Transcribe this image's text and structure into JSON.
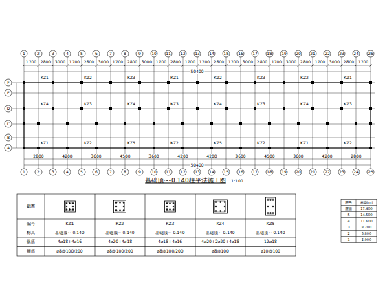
{
  "diagram": {
    "title": "基础顶~-0.140柱平法施工图",
    "labels": [
      "1",
      "2",
      "3",
      "4",
      "5",
      "6",
      "7",
      "8",
      "9",
      "10",
      "11",
      "12",
      "13",
      "14",
      "15",
      "16",
      "17",
      "18",
      "19",
      "20",
      "21",
      "22",
      "23",
      "24",
      "25",
      "1",
      "2",
      "3",
      "4",
      "5",
      "6",
      "7",
      "8",
      "9",
      "10",
      "11",
      "12",
      "13",
      "14",
      "15",
      "16",
      "17",
      "18",
      "19",
      "20",
      "21",
      "22",
      "23",
      "24",
      "25",
      "F",
      "E",
      "D",
      "C",
      "B",
      "A",
      "1700",
      "2800",
      "3000",
      "1700",
      "2800",
      "3000",
      "1700",
      "2800",
      "3000",
      "1700",
      "2800",
      "1700",
      "1700",
      "2800",
      "1700",
      "3000",
      "2800",
      "1700",
      "3000",
      "2800",
      "1700",
      "3000",
      "2800",
      "1700",
      "50400",
      "2800",
      "4200",
      "3600",
      "4500",
      "3600",
      "4200",
      "4200",
      "3600",
      "4500",
      "3600",
      "4200",
      "2800",
      "50400",
      "KZ1",
      "KZ2",
      "KZ3",
      "KZ1",
      "KZ2",
      "KZ3",
      "KZ2",
      "KZ1",
      "KZ4",
      "KZ3",
      "KZ4",
      "KZ3",
      "KZ4",
      "KZ3",
      "KZ4",
      "KZ3",
      "KZ1",
      "KZ2",
      "KZ5",
      "KZ2",
      "KZ5",
      "KZ2",
      "KZ1",
      "KZ2",
      "1:100",
      "截面",
      "编号",
      "标高",
      "纵筋",
      "箍筋",
      "KZ1",
      "基础顶~-0.140",
      "4⌀18+4⌀16",
      "⌀8@100/200",
      "KZ2",
      "基础顶~-0.140",
      "4⌀20+4⌀18",
      "⌀8@100/200",
      "KZ3",
      "基础顶~-0.140",
      "4⌀18+4⌀16",
      "⌀8@100/200",
      "KZ4",
      "基础顶~-0.140",
      "4⌀20+2⌀20+4⌀18",
      "⌀8@100",
      "KZ5",
      "基础顶~-0.140",
      "12⌀18",
      "⌀10@100",
      "层号",
      "标高(m)",
      "屋面",
      "17.400",
      "5",
      "14.500",
      "4",
      "11.600",
      "3",
      "8.700",
      "2",
      "5.800",
      "1",
      "2.900"
    ]
  }
}
